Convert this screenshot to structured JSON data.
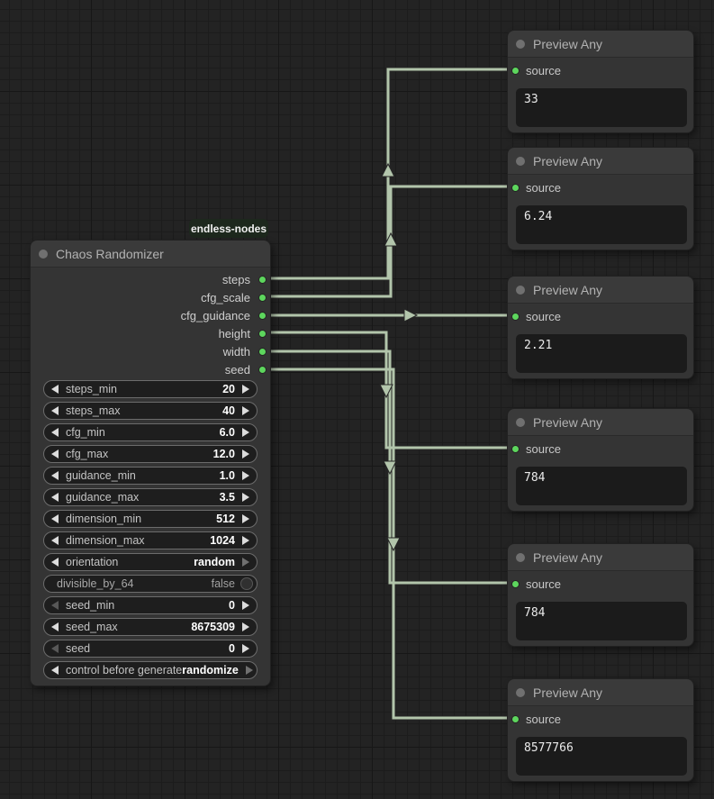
{
  "badge": {
    "label": "endless-nodes"
  },
  "chaos_node": {
    "title": "Chaos Randomizer",
    "outputs": [
      {
        "name": "steps"
      },
      {
        "name": "cfg_scale"
      },
      {
        "name": "cfg_guidance"
      },
      {
        "name": "height"
      },
      {
        "name": "width"
      },
      {
        "name": "seed"
      }
    ],
    "widgets": [
      {
        "label": "steps_min",
        "value": "20"
      },
      {
        "label": "steps_max",
        "value": "40"
      },
      {
        "label": "cfg_min",
        "value": "6.0"
      },
      {
        "label": "cfg_max",
        "value": "12.0"
      },
      {
        "label": "guidance_min",
        "value": "1.0"
      },
      {
        "label": "guidance_max",
        "value": "3.5"
      },
      {
        "label": "dimension_min",
        "value": "512"
      },
      {
        "label": "dimension_max",
        "value": "1024"
      },
      {
        "label": "orientation",
        "value": "random"
      },
      {
        "label": "divisible_by_64",
        "value": "false"
      },
      {
        "label": "seed_min",
        "value": "0"
      },
      {
        "label": "seed_max",
        "value": "8675309"
      },
      {
        "label": "seed",
        "value": "0"
      },
      {
        "label": "control before generate",
        "value": "randomize"
      }
    ]
  },
  "preview_nodes": [
    {
      "title": "Preview Any",
      "input": "source",
      "value": "33"
    },
    {
      "title": "Preview Any",
      "input": "source",
      "value": "6.24"
    },
    {
      "title": "Preview Any",
      "input": "source",
      "value": "2.21"
    },
    {
      "title": "Preview Any",
      "input": "source",
      "value": "784"
    },
    {
      "title": "Preview Any",
      "input": "source",
      "value": "784"
    },
    {
      "title": "Preview Any",
      "input": "source",
      "value": "8577766"
    }
  ],
  "colors": {
    "wire": "#b2c5ab",
    "slot_green": "#5dd65d",
    "badge_bg": "#1d281d"
  }
}
